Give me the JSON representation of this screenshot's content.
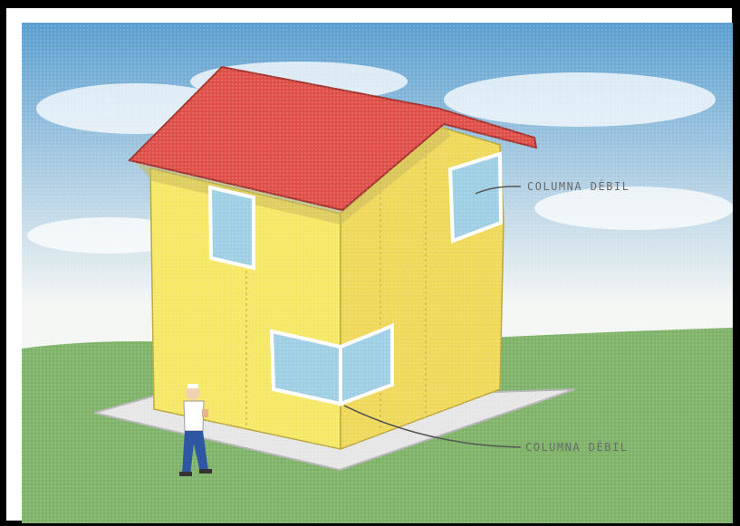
{
  "labels": {
    "upper_callout": "COLUMNA DÉBIL",
    "lower_callout": "COLUMNA DÉBIL"
  },
  "colors": {
    "sky_top": "#5a9ecf",
    "sky_bottom": "#f4f6f4",
    "grass": "#7fb36a",
    "roof": "#e0504a",
    "wall_front": "#f6e867",
    "wall_side": "#f0d85a",
    "window_glass": "#9fcfe4",
    "foundation": "#e6e6e6"
  },
  "icons": [
    "house-illustration",
    "person-figure"
  ]
}
